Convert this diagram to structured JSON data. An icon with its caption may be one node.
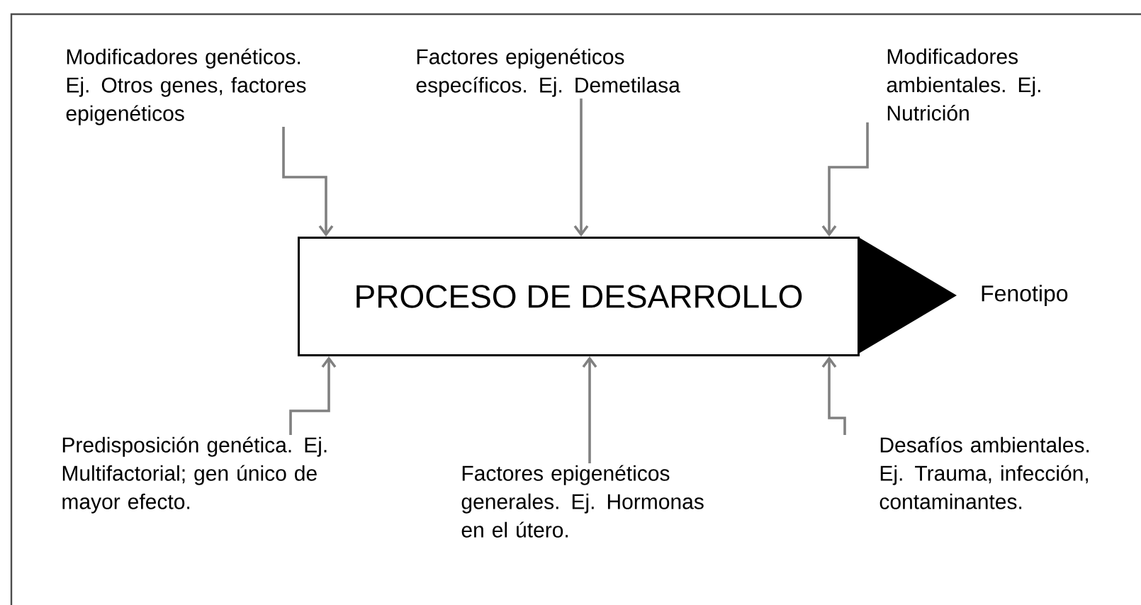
{
  "diagram": {
    "nodes": [
      {
        "text": [
          "PROCESO DE DESARROLLO"
        ],
        "beside": [
          "Fenotipo"
        ]
      },
      {
        "text": [
          "Modificadores genéticos. Ej. Otros genes, factores epigenéticos"
        ]
      },
      {
        "text": [
          "Factores epigenéticos específicos. Ej. Demetilasa"
        ]
      },
      {
        "text": [
          "Modificadores ambientales. Ej. Nutrición"
        ]
      },
      {
        "text": [
          "Predisposición genética. Ej. Multifactorial; gen único de mayor efecto."
        ]
      },
      {
        "text": [
          "Factores epigenéticos generales. Ej. Hormonas en el útero."
        ]
      },
      {
        "text": [
          "Desafíos ambientales. Ej. Trauma, infección, contaminantes."
        ]
      }
    ],
    "edges": [
      {
        "from": 1,
        "to": 0,
        "arrow": "to"
      },
      {
        "from": 2,
        "to": 0,
        "arrow": "to"
      },
      {
        "from": 3,
        "to": 0,
        "arrow": "to"
      },
      {
        "from": 4,
        "to": 0,
        "arrow": "to"
      },
      {
        "from": 5,
        "to": 0,
        "arrow": "to"
      },
      {
        "from": 6,
        "to": 0,
        "arrow": "to"
      }
    ]
  }
}
